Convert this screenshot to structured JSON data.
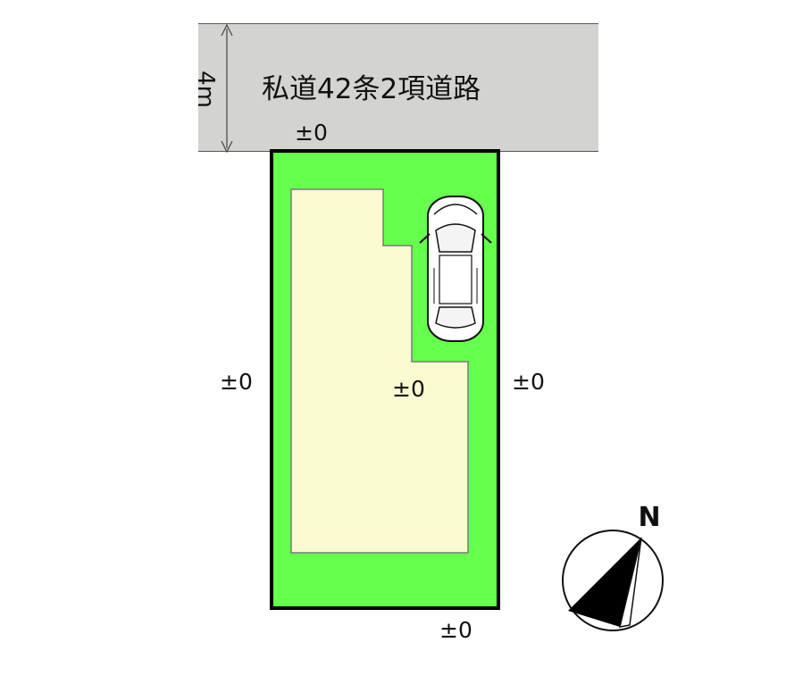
{
  "road": {
    "label": "私道42条2項道路",
    "width_label": "4m",
    "color": "#d3d3cf"
  },
  "site": {
    "color": "#66ff4d",
    "border_color": "#000000"
  },
  "building": {
    "color": "#fafad0"
  },
  "levels": {
    "north": "±0",
    "west": "±0",
    "east": "±0",
    "south": "±0",
    "building": "±0"
  },
  "compass": {
    "north_label": "N"
  },
  "parking": {
    "icon": "car-icon"
  }
}
